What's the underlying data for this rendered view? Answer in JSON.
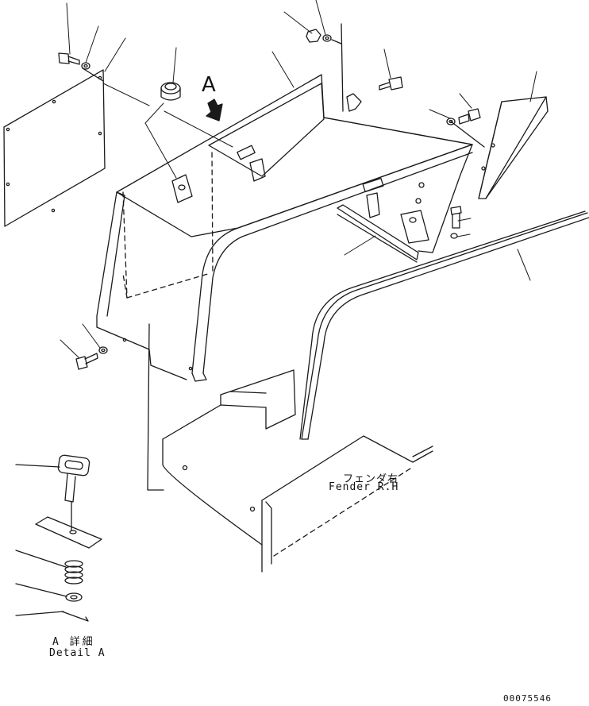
{
  "view_marker": "A",
  "fender_label_jp": "フェンダ右",
  "fender_label_en": "Fender R.H",
  "detail_label_jp": "A 詳細",
  "detail_label_en": "Detail A",
  "drawing_number": "00075546",
  "line_color": "#1a1a1a"
}
